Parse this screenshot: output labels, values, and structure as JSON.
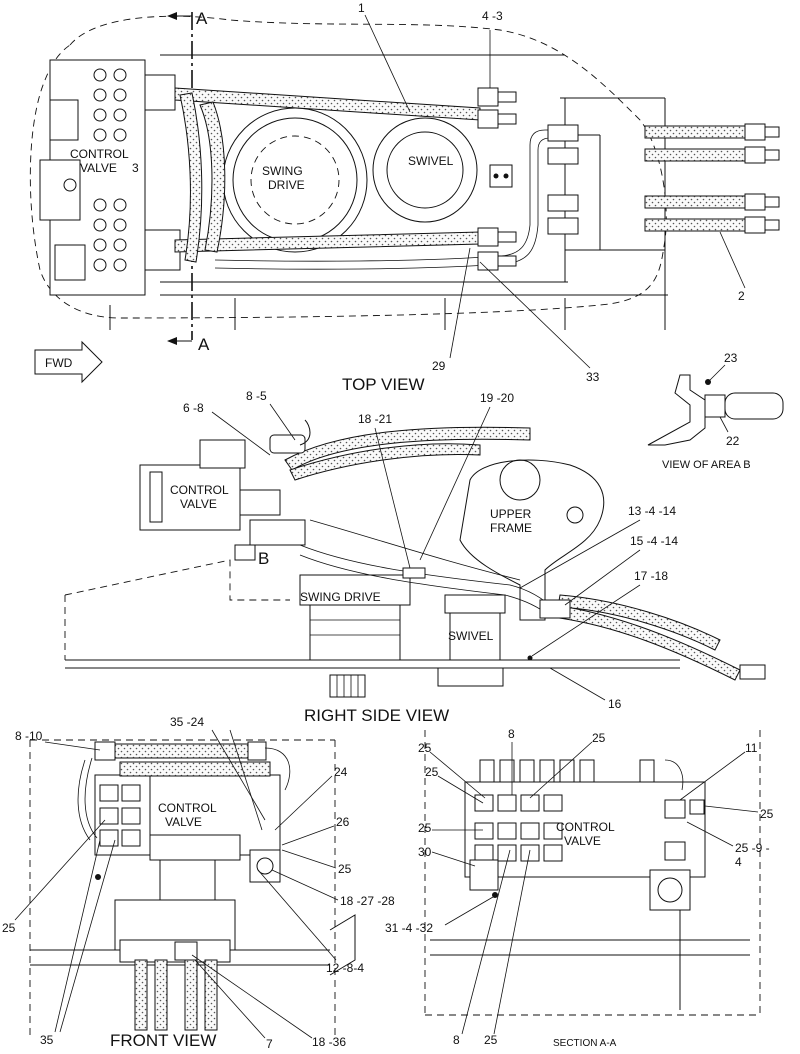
{
  "top_view": {
    "title": "TOP VIEW",
    "section_mark_top": "A",
    "section_mark_bottom": "A",
    "fwd": "FWD",
    "control_valve": [
      "CONTROL",
      "VALVE"
    ],
    "swing_drive": [
      "SWING",
      "DRIVE"
    ],
    "swivel": "SWIVEL",
    "callouts": {
      "c1": "1",
      "c4_3": "4 -3",
      "c3": "3",
      "c2": "2",
      "c29": "29",
      "c33": "33"
    }
  },
  "area_b": {
    "title": "VIEW OF AREA B",
    "callouts": {
      "c23": "23",
      "c22": "22"
    }
  },
  "side_view": {
    "title": "RIGHT SIDE VIEW",
    "control_valve": [
      "CONTROL",
      "VALVE"
    ],
    "upper_frame": [
      "UPPER",
      "FRAME"
    ],
    "swing_drive": "SWING DRIVE",
    "swivel": "SWIVEL",
    "b_mark": "B",
    "callouts": {
      "c6_8": "6 -8",
      "c8_5": "8 -5",
      "c18_21": "18 -21",
      "c19_20": "19 -20",
      "c13_4_14": "13 -4 -14",
      "c15_4_14": "15 -4 -14",
      "c17_18": "17 -18",
      "c16": "16"
    }
  },
  "front_view": {
    "title": "FRONT VIEW",
    "control_valve": [
      "CONTROL",
      "VALVE"
    ],
    "callouts": {
      "c8_10": "8 -10",
      "c35_24": "35 -24",
      "c24": "24",
      "c26": "26",
      "c25a": "25",
      "c18_27_28": "18 -27 -28",
      "c12_8_4": "12 -8-4",
      "c25b": "25",
      "c35": "35",
      "c7": "7",
      "c18_36": "18 -36"
    }
  },
  "section_aa": {
    "title": "SECTION A-A",
    "control_valve": [
      "CONTROL",
      "VALVE"
    ],
    "callouts": {
      "c25_a": "25",
      "c25_b": "25",
      "c8_top": "8",
      "c25_c": "25",
      "c11": "11",
      "c25_d": "25",
      "c25_e": "25",
      "c25_9_4": "25 -9 -",
      "c4": "4",
      "c30": "30",
      "c31_4_32": "31 -4 -32",
      "c8_bot": "8",
      "c25_bot": "25"
    }
  }
}
